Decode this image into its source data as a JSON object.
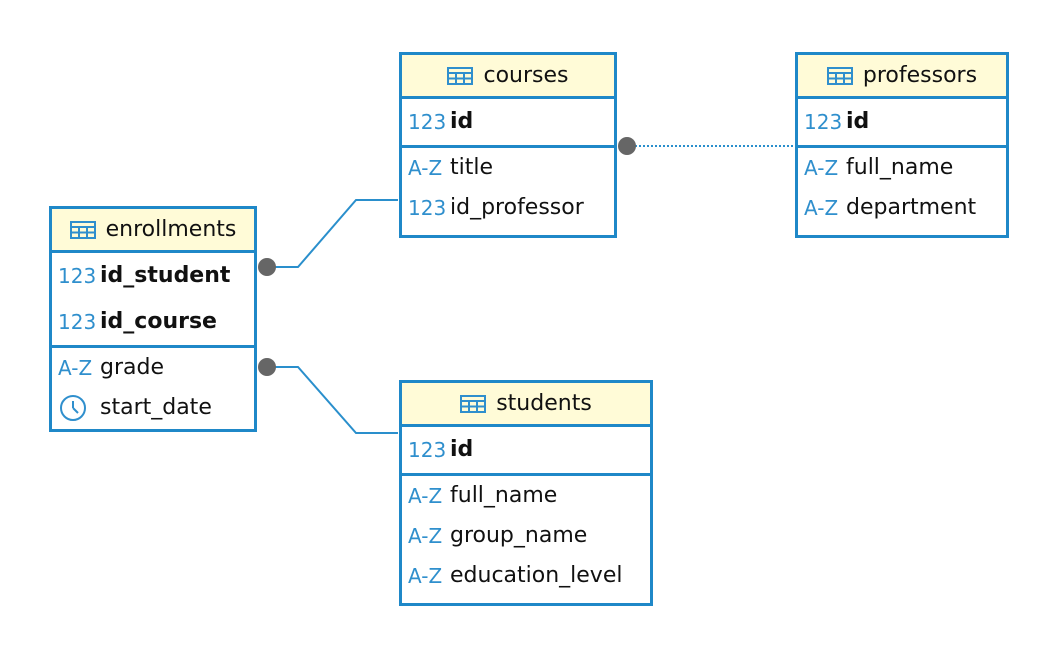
{
  "diagram": {
    "accent_color": "#1f88c8",
    "header_color": "#fffbd7",
    "connector_color": "#2a8fcc",
    "endpoint_color": "#666666",
    "tables": {
      "courses": {
        "title": "courses",
        "key_rows": [
          {
            "icon": "123",
            "icon_name": "numeric-icon",
            "name": "id"
          }
        ],
        "other_rows": [
          {
            "icon": "A-Z",
            "icon_name": "text-icon",
            "name": "title"
          },
          {
            "icon": "123",
            "icon_name": "numeric-icon",
            "name": "id_professor"
          }
        ]
      },
      "professors": {
        "title": "professors",
        "key_rows": [
          {
            "icon": "123",
            "icon_name": "numeric-icon",
            "name": "id"
          }
        ],
        "other_rows": [
          {
            "icon": "A-Z",
            "icon_name": "text-icon",
            "name": "full_name"
          },
          {
            "icon": "A-Z",
            "icon_name": "text-icon",
            "name": "department"
          }
        ]
      },
      "enrollments": {
        "title": "enrollments",
        "key_rows": [
          {
            "icon": "123",
            "icon_name": "numeric-icon",
            "name": "id_student"
          },
          {
            "icon": "123",
            "icon_name": "numeric-icon",
            "name": "id_course"
          }
        ],
        "other_rows": [
          {
            "icon": "A-Z",
            "icon_name": "text-icon",
            "name": "grade"
          },
          {
            "icon": "clock",
            "icon_name": "clock-icon",
            "name": "start_date"
          }
        ]
      },
      "students": {
        "title": "students",
        "key_rows": [
          {
            "icon": "123",
            "icon_name": "numeric-icon",
            "name": "id"
          }
        ],
        "other_rows": [
          {
            "icon": "A-Z",
            "icon_name": "text-icon",
            "name": "full_name"
          },
          {
            "icon": "A-Z",
            "icon_name": "text-icon",
            "name": "group_name"
          },
          {
            "icon": "A-Z",
            "icon_name": "text-icon",
            "name": "education_level"
          }
        ]
      }
    }
  }
}
